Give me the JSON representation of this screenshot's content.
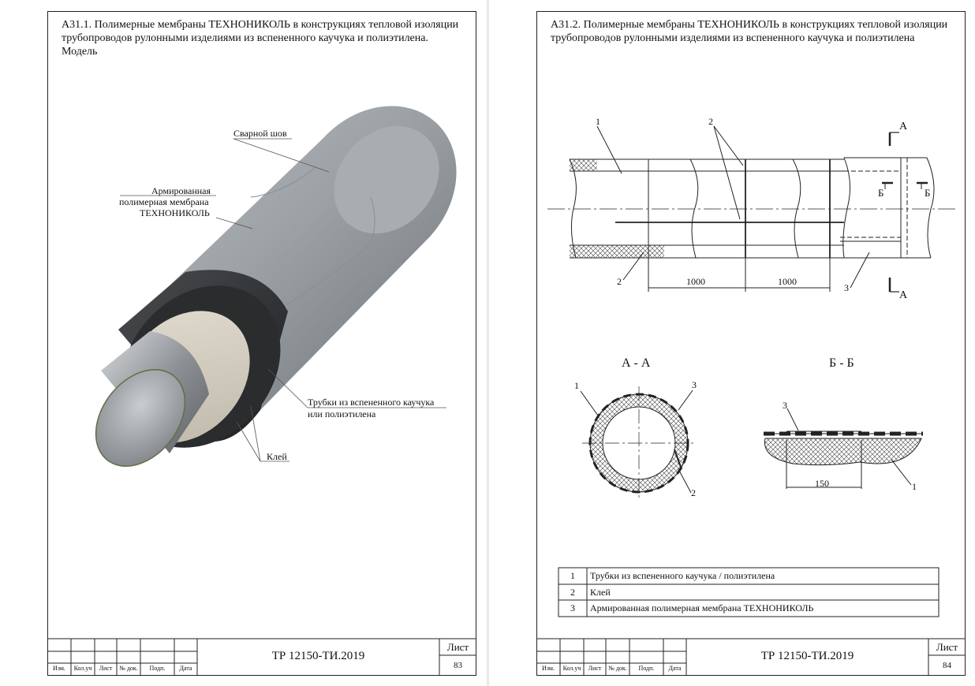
{
  "left_page": {
    "title": "А31.1. Полимерные мембраны ТЕХНОНИКОЛЬ в конструкциях тепловой изоляции трубопроводов рулонными изделиями из вспененного каучука и полиэтилена. Модель",
    "callouts": {
      "weld": "Сварной шов",
      "membrane_1": "Армированная",
      "membrane_2": "полимерная мембрана",
      "membrane_3": "ТЕХНОНИКОЛЬ",
      "tubes_1": "Трубки из вспененного каучука",
      "tubes_2": "или полиэтилена",
      "glue": "Клей"
    },
    "stamp": {
      "cols": [
        "Изм.",
        "Кол.уч",
        "Лист",
        "№ док.",
        "Подп.",
        "Дата"
      ],
      "doc_code": "ТР 12150-ТИ.2019",
      "sheet_label": "Лист",
      "sheet_number": "83"
    }
  },
  "right_page": {
    "title": "А31.2. Полимерные мембраны ТЕХНОНИКОЛЬ в конструкциях тепловой изоляции трубопроводов рулонными изделиями из вспененного каучука и полиэтилена",
    "drawing": {
      "marks": {
        "m1": "1",
        "m2": "2",
        "m3": "3"
      },
      "section_a": "А",
      "section_b": "Б",
      "dim_1000": "1000",
      "dim_150": "150",
      "section_aa_title": "А - А",
      "section_bb_title": "Б - Б"
    },
    "legend": [
      {
        "num": "1",
        "text": "Трубки из вспененного каучука / полиэтилена"
      },
      {
        "num": "2",
        "text": "Клей"
      },
      {
        "num": "3",
        "text": "Армированная полимерная мембрана ТЕХНОНИКОЛЬ"
      }
    ],
    "stamp": {
      "cols": [
        "Изм.",
        "Кол.уч",
        "Лист",
        "№ док.",
        "Подп.",
        "Дата"
      ],
      "doc_code": "ТР 12150-ТИ.2019",
      "sheet_label": "Лист",
      "sheet_number": "84"
    }
  }
}
